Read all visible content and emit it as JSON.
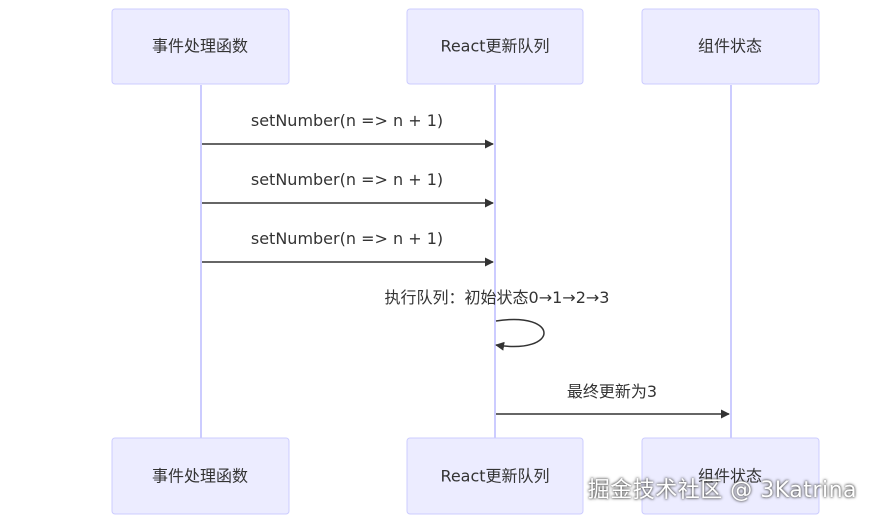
{
  "participants": {
    "handler": "事件处理函数",
    "queue": "React更新队列",
    "state": "组件状态"
  },
  "messages": [
    "setNumber(n => n + 1)",
    "setNumber(n => n + 1)",
    "setNumber(n => n + 1)"
  ],
  "self_note": "执行队列：初始状态0→1→2→3",
  "final_message": "最终更新为3",
  "watermark": "掘金技术社区 @ 3Katrina"
}
